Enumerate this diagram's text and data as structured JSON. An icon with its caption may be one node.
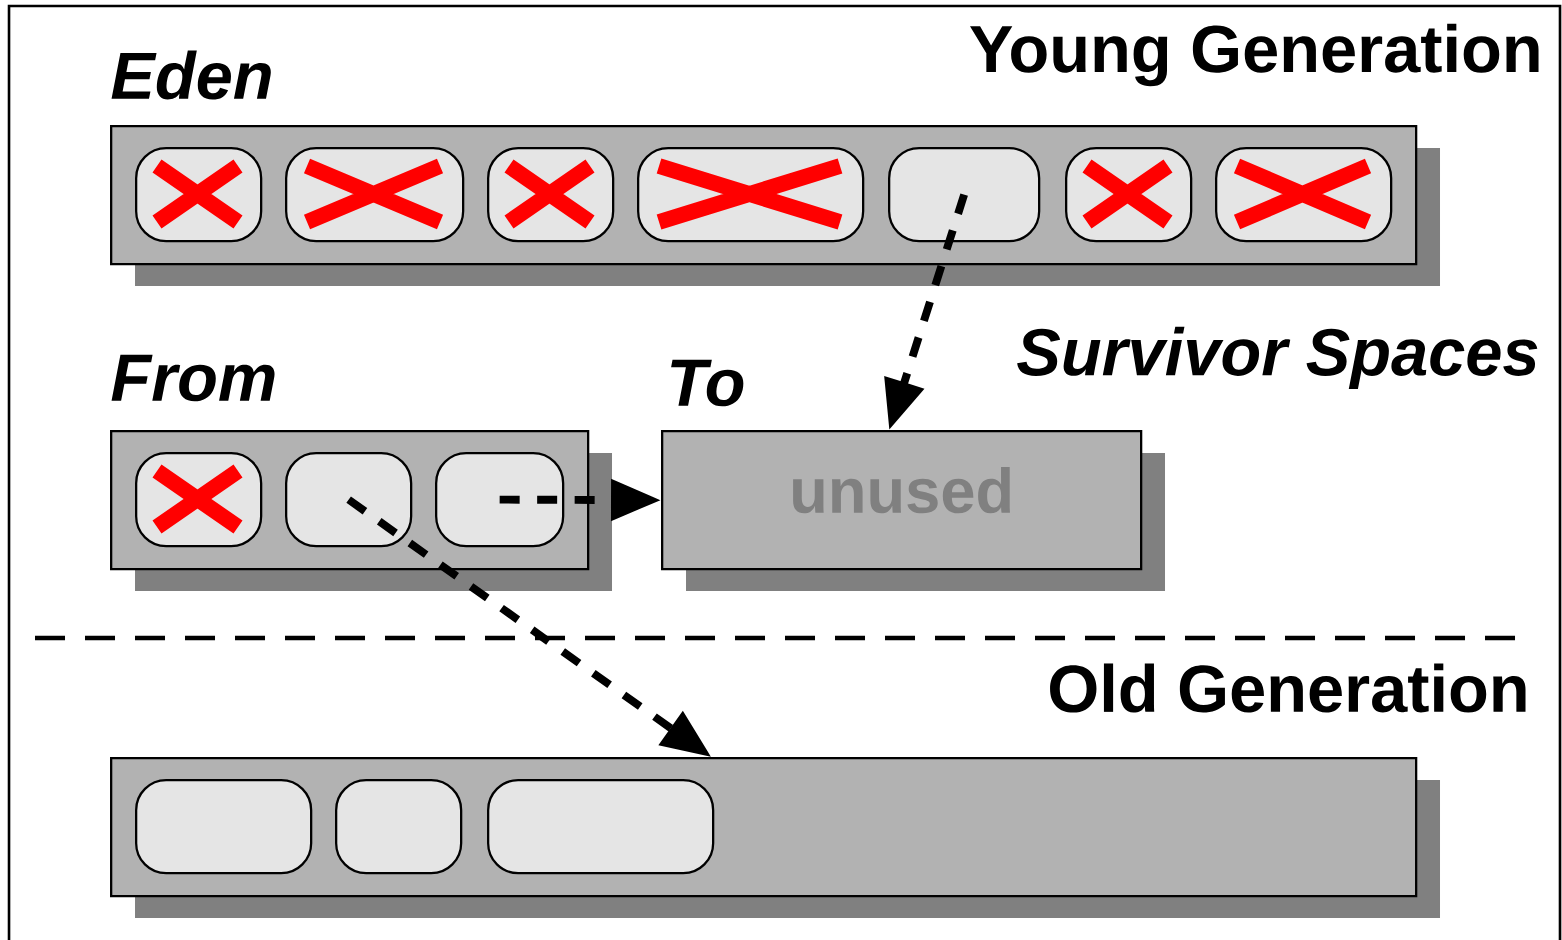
{
  "diagram": {
    "nodes": [
      {
        "text": [
          "Eden"
        ]
      },
      {
        "text": [],
        "shape": "box",
        "in": 0
      },
      {
        "text": [],
        "shape": "box",
        "in": 0
      },
      {
        "text": [],
        "shape": "box",
        "in": 0
      },
      {
        "text": [],
        "shape": "box",
        "in": 0
      },
      {
        "text": [],
        "shape": "box",
        "in": 0
      },
      {
        "text": [],
        "shape": "box",
        "in": 0
      },
      {
        "text": [],
        "shape": "box",
        "in": 0
      },
      {
        "text": [
          "From"
        ]
      },
      {
        "text": [],
        "shape": "box",
        "in": 8
      },
      {
        "text": [],
        "shape": "box",
        "in": 8
      },
      {
        "text": [],
        "shape": "box",
        "in": 8
      },
      {
        "text": [
          "To",
          "unused"
        ]
      },
      {
        "text": [],
        "shape": "bar"
      },
      {
        "text": [],
        "shape": "box",
        "in": 13
      },
      {
        "text": [],
        "shape": "box",
        "in": 13
      },
      {
        "text": [],
        "shape": "box",
        "in": 13
      }
    ],
    "edges": [
      {
        "from": 5,
        "to": 12,
        "arrow": "to",
        "style": "dashed"
      },
      {
        "from": 11,
        "to": 12,
        "arrow": "to",
        "style": "dashed"
      },
      {
        "from": 10,
        "to": 13,
        "arrow": "to",
        "style": "dashed"
      }
    ],
    "labels": [
      "Young Generation",
      "Survivor Spaces",
      "Old Generation"
    ]
  }
}
